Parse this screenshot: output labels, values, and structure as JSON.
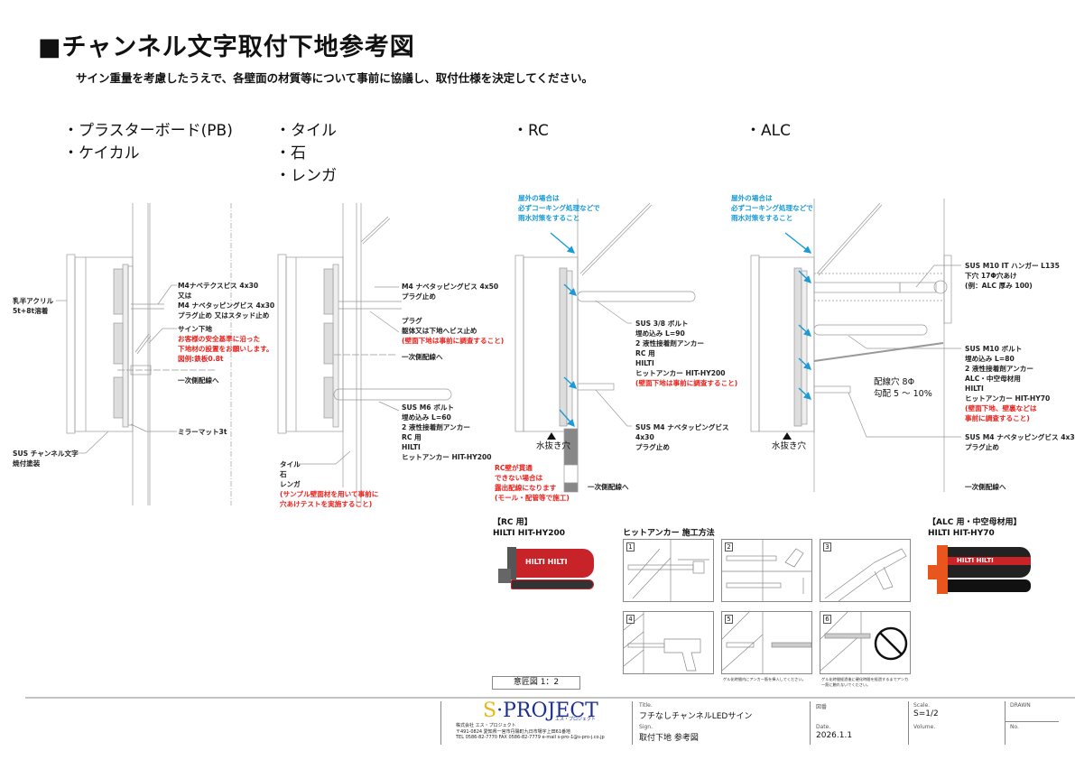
{
  "header": {
    "title": "■チャンネル文字取付下地参考図",
    "subtitle": "サイン重量を考慮したうえで、各壁面の材質等について事前に協議し、取付仕様を決定してください。"
  },
  "materials": {
    "pb": [
      "・プラスターボード(PB)",
      "・ケイカル"
    ],
    "tile": [
      "・タイル",
      "・石",
      "・レンガ"
    ],
    "rc": [
      "・RC"
    ],
    "alc": [
      "・ALC"
    ]
  },
  "section_pb": {
    "label_acrylic": [
      "乳半アクリル",
      "5t+8t溶着"
    ],
    "label_screw": [
      "M4ナベテクスビス 4x30",
      "又は",
      "M4 ナベタッピングビス 4x30",
      "プラグ止め 又はスタッド止め"
    ],
    "label_base": "サイン下地",
    "label_base_note": [
      "お客様の安全基準に沿った",
      "下地材の設置をお願いします。",
      "図例:鉄板0.8t"
    ],
    "label_wiring": "一次側配線へ",
    "label_mirror": "ミラーマット3t",
    "label_channel": [
      "SUS チャンネル文字",
      "焼付塗装"
    ]
  },
  "section_tile": {
    "label_screw": [
      "M4 ナベタッピングビス 4x50",
      "プラグ止め"
    ],
    "label_plug": [
      "プラグ",
      "躯体又は下地へビス止め"
    ],
    "label_plug_note": "(壁面下地は事前に調査すること)",
    "label_wiring": "一次側配線へ",
    "label_bolt": [
      "SUS M6 ボルト",
      "埋め込み L=60",
      "2 液性接着剤アンカー",
      "RC 用",
      "HILTI",
      "ヒットアンカー HIT-HY200"
    ],
    "label_wall": [
      "タイル",
      "石",
      "レンガ"
    ],
    "label_wall_note": [
      "(サンプル壁面材を用いて事前に",
      "穴あけテストを実施すること)"
    ]
  },
  "section_rc": {
    "caulk_note": [
      "屋外の場合は",
      "必ずコーキング処理などで",
      "雨水対策をすること"
    ],
    "label_bolt": [
      "SUS 3/8 ボルト",
      "埋め込み L=90",
      "2 液性接着剤アンカー",
      "RC 用",
      "HILTI",
      "ヒットアンカー HIT-HY200"
    ],
    "label_bolt_note": "(壁面下地は事前に調査すること)",
    "label_screw": [
      "SUS M4 ナベタッピングビス",
      "4x30",
      "プラグ止め"
    ],
    "drain": "水抜き穴",
    "rc_note": [
      "RC壁が貫通",
      "できない場合は",
      "露出配線になります",
      "(モール・配管等で施工)"
    ],
    "label_wiring": "一次側配線へ"
  },
  "section_alc": {
    "caulk_note": [
      "屋外の場合は",
      "必ずコーキング処理などで",
      "雨水対策をすること"
    ],
    "label_hanger": [
      "SUS M10 IT ハンガー L135",
      "下穴 17Φ穴あけ",
      "(例：ALC 厚み 100)"
    ],
    "label_bolt": [
      "SUS M10 ボルト",
      "埋め込み L=80",
      "2 液性接着剤アンカー",
      "ALC・中空母材用",
      "HILTI",
      "ヒットアンカー HIT-HY70"
    ],
    "label_bolt_note": [
      "(壁面下地、壁裏などは",
      "事前に調査すること)"
    ],
    "wiring_hole": [
      "配線穴 8Φ",
      "勾配 5 ～ 10%"
    ],
    "label_screw": [
      "SUS M4 ナベタッピングビス 4x30",
      "プラグ止め"
    ],
    "drain": "水抜き穴",
    "label_wiring": "一次側配線へ"
  },
  "products": {
    "rc": {
      "heading": "【RC 用】",
      "name": "HILTI HIT-HY200",
      "brand": "HILTI HILTI",
      "color": "#d4242c"
    },
    "alc": {
      "heading": "【ALC 用・中空母材用】",
      "name": "HILTI HIT-HY70",
      "brand": "HILTI HILTI",
      "color": "#e8561e"
    }
  },
  "procedure": {
    "heading": "ヒットアンカー 施工方法",
    "steps": [
      {
        "num": "1",
        "caption": ""
      },
      {
        "num": "2",
        "caption": ""
      },
      {
        "num": "3",
        "caption": ""
      },
      {
        "num": "4",
        "caption": ""
      },
      {
        "num": "5",
        "caption": "ゲル化時間内にアンカー筋を挿入してください。"
      },
      {
        "num": "6",
        "caption": "ゲル化時間経過後に硬化時間を経過するまでアンカー筋に触れないでください。"
      }
    ]
  },
  "scale_label": "意匠図 1：2",
  "title_block": {
    "logo": "S·PROJECT",
    "logo_sub": "エス・プロジェクト",
    "company": "株式会社 エス・プロジェクト",
    "address": "〒491-0824 愛知県一宮市丹陽町九日市場字上田61番地",
    "contact": "TEL 0586-82-7770  FAX 0586-82-7779  e-mail  s-pro-1@s-pro-j.co.jp",
    "title_label": "Title.",
    "title_value": "フチなしチャンネルLEDサイン",
    "sign_label": "Sign.",
    "sign_value": "取付下地 参考図",
    "drawing_label": "図番",
    "date_label": "Date.",
    "date_value": "2026.1.1",
    "scale_label": "Scale.",
    "scale_value": "S=1/2",
    "volume_label": "Volume.",
    "drawn_label": "DRAWN",
    "no_label": "No."
  }
}
